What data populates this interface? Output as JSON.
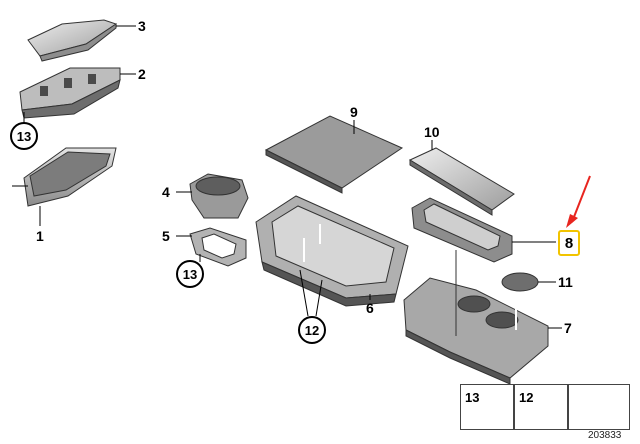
{
  "callouts": {
    "c1": "1",
    "c2": "2",
    "c3": "3",
    "c4": "4",
    "c5": "5",
    "c6": "6",
    "c7": "7",
    "c8": "8",
    "c9": "9",
    "c10": "10",
    "c11": "11"
  },
  "circled": {
    "c13_top": "13",
    "c13_mid": "13",
    "c12": "12"
  },
  "legend": {
    "item13": "13",
    "item12": "12"
  },
  "diagram_code": "203833",
  "colors": {
    "part_fill": "#d9d9d9",
    "part_dark": "#8c8c8c",
    "highlight": "#f2c400",
    "arrow": "#e8251f"
  },
  "icons": {
    "screw13": "screw-icon",
    "screw12": "screw-icon",
    "tools": "foam-pad-icon"
  }
}
